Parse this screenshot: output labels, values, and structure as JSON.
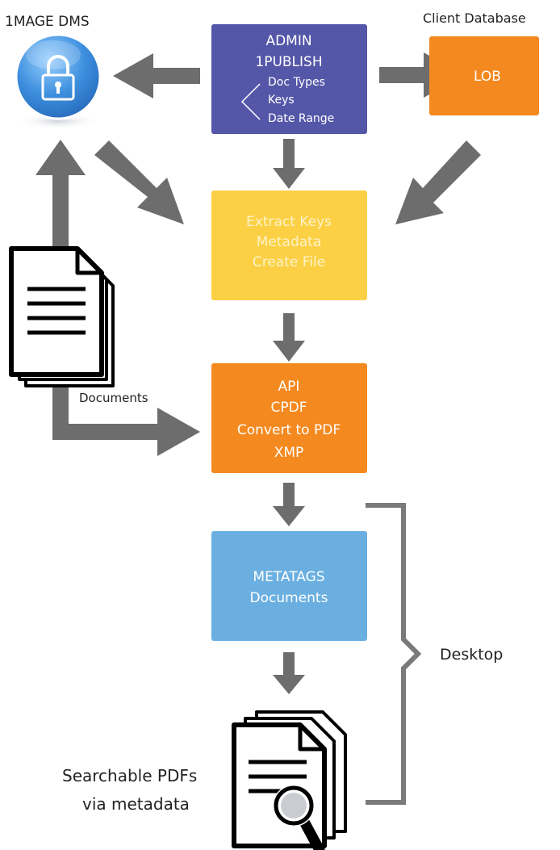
{
  "colors": {
    "arrow": "#6d6d6d",
    "admin_box": "#5457a8",
    "lob_box": "#f4891f",
    "extract_box": "#fbd044",
    "api_box": "#f4891f",
    "metatags_box": "#6aafe0",
    "lock_circle": "#3d8fde",
    "bracket": "#7a7a7a"
  },
  "labels": {
    "dms": "1MAGE DMS",
    "client_db": "Client Database",
    "documents": "Documents",
    "desktop": "Desktop",
    "searchable_line1": "Searchable PDFs",
    "searchable_line2": "via metadata"
  },
  "admin": {
    "line1": "ADMIN",
    "line2": "1PUBLISH",
    "item1": "Doc Types",
    "item2": "Keys",
    "item3": "Date Range"
  },
  "lob": {
    "line1": "LOB"
  },
  "extract": {
    "line1": "Extract Keys",
    "line2": "Metadata",
    "line3": "Create File"
  },
  "api": {
    "line1": "API",
    "line2": "CPDF",
    "line3": "Convert to PDF",
    "line4": "XMP"
  },
  "metatags": {
    "line1": "METATAGS",
    "line2": "Documents"
  },
  "icons": {
    "lock": "lock-icon",
    "documents": "document-stack-icon",
    "search_docs": "search-documents-icon"
  }
}
